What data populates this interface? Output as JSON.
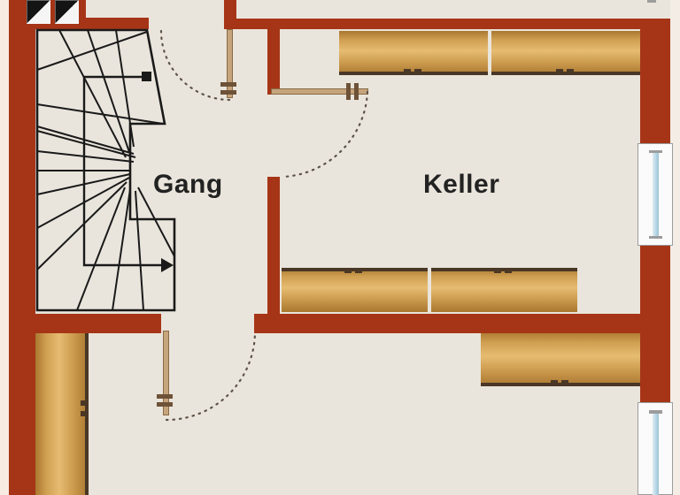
{
  "rooms": {
    "gang": {
      "label": "Gang"
    },
    "keller": {
      "label": "Keller"
    }
  },
  "elements": {
    "staircase": "u-shaped winder staircase with walking line, start square and direction arrow",
    "doors": [
      "top door to stair hall",
      "door between Gang and Keller",
      "door to lower room"
    ],
    "windows": [
      "right upper window",
      "right lower window"
    ],
    "cabinets": [
      "top wall cabinet left unit",
      "top wall cabinet right unit",
      "keller lower cabinet left unit",
      "keller lower cabinet right unit",
      "bottom-right cabinet",
      "bottom-left tall cabinet"
    ],
    "chimney_flues": 2
  },
  "colors": {
    "wall": "#a63517",
    "floor": "#eae5dc",
    "outside_left": "#f8ebe2",
    "outside_right": "#f3ede5",
    "wood_dark": "#a9772f",
    "wood_mid": "#cf9f52",
    "wood_light": "#e6bc72",
    "wood_line": "#4a3726",
    "stair_line": "#1a1a1a",
    "door_leaf": "#c6a47c",
    "door_leaf_edge": "#8a6a45",
    "door_handle": "#6e5238",
    "swing_arc": "#5f5348",
    "window_frame": "#9c9c9c",
    "window_fill": "#fbfbfb",
    "glass_light": "#ddeef5",
    "glass_dark": "#9cc3d6",
    "chimney_dark": "#141414",
    "chimney_light": "#f5f5f5",
    "label": "#222222"
  }
}
